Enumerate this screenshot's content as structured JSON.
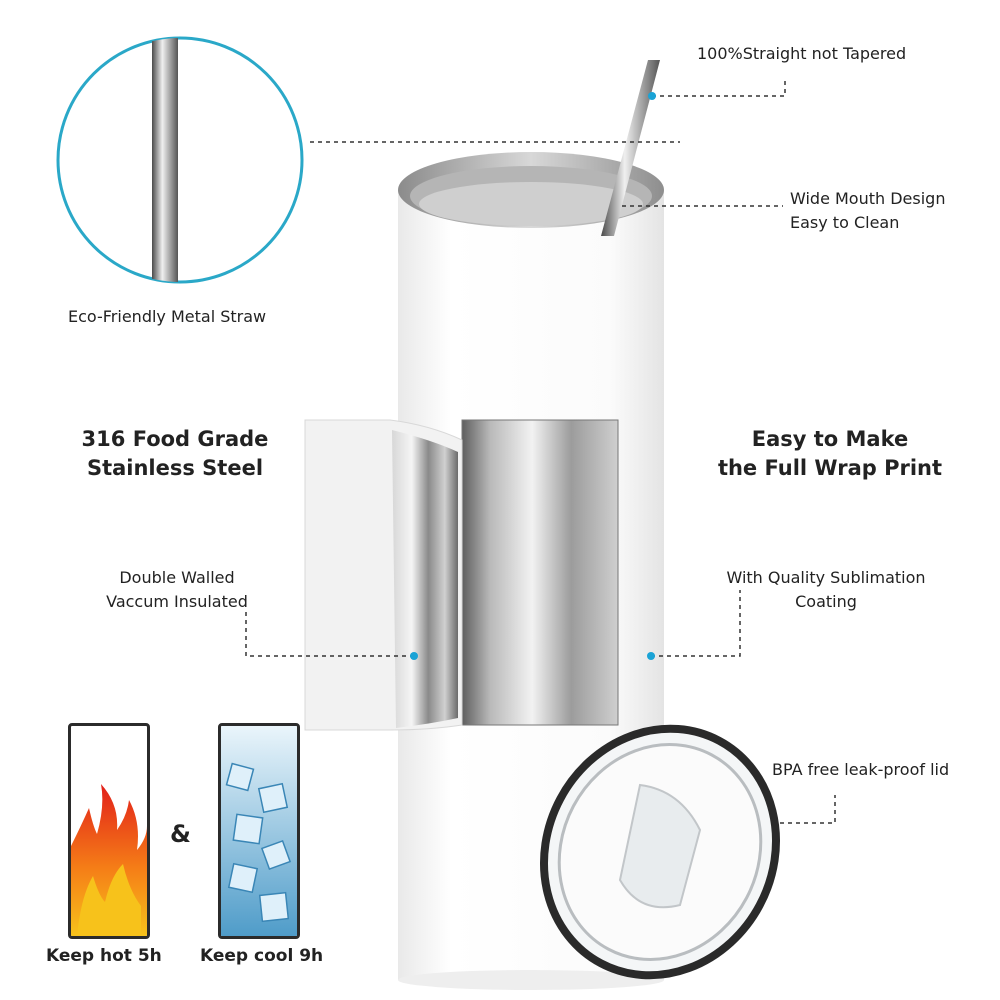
{
  "labels": {
    "straight": "100%Straight not Tapered",
    "wide_mouth_line1": "Wide Mouth Design",
    "wide_mouth_line2": "Easy to Clean",
    "eco_straw": "Eco-Friendly Metal Straw",
    "food_grade_line1": "316 Food Grade",
    "food_grade_line2": "Stainless Steel",
    "full_wrap_line1": "Easy to Make",
    "full_wrap_line2": "the Full Wrap Print",
    "double_walled_line1": "Double Walled",
    "double_walled_line2": "Vaccum Insulated",
    "sublimation_line1": "With Quality Sublimation",
    "sublimation_line2": "Coating",
    "bpa_lid": "BPA free leak-proof lid",
    "ampersand": "&",
    "keep_hot": "Keep hot 5h",
    "keep_cool": "Keep cool 9h"
  },
  "colors": {
    "accent_dot": "#1aa3d6",
    "circle_border": "#2aa8c8",
    "leader_line": "#333333",
    "tumbler_white": "#f7f7f7",
    "steel_light": "#e0e0e0",
    "steel_dark": "#6e6e6e",
    "flame_red": "#e62a1c",
    "flame_orange": "#f7a21b",
    "ice_blue": "#5aa9d6"
  },
  "icons": [
    "straw-zoom-icon",
    "flame-icon",
    "ice-cubes-icon",
    "lid-icon",
    "metal-straw-icon"
  ]
}
